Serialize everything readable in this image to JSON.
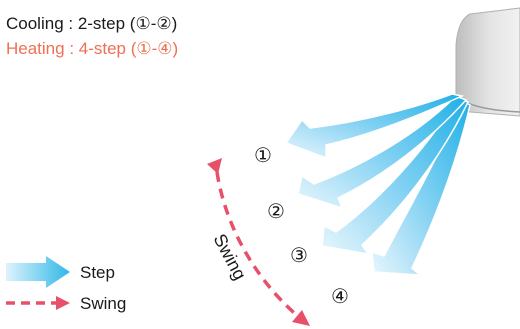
{
  "header": {
    "cooling_label": "Cooling : 2-step (①-②)",
    "heating_label": "Heating : 4-step (①-④)"
  },
  "steps": [
    "①",
    "②",
    "③",
    "④"
  ],
  "swing_text": "Swing",
  "legend": {
    "step_label": "Step",
    "swing_label": "Swing"
  },
  "colors": {
    "heating": "#ef6f55",
    "swing": "#e8506a",
    "arrow_blue": "#29b6e8",
    "unit_gray": "#cfcfcf"
  },
  "icons": {
    "air_conditioner": "air-conditioner-unit-icon",
    "step_arrow": "step-arrow-icon",
    "swing_arrow": "swing-arrow-icon"
  }
}
